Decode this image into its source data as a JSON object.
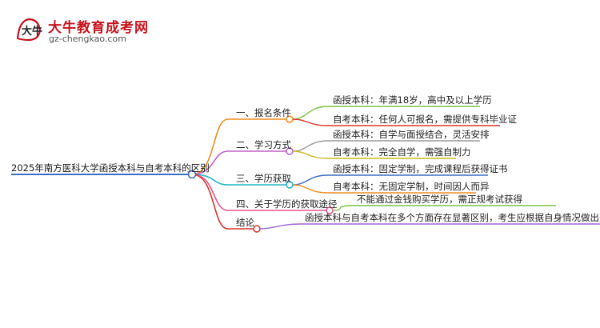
{
  "logo": {
    "mark_text": "大牛",
    "title": "大牛教育成考网",
    "url": "gz-chengkao.com"
  },
  "root": {
    "label": "2025年南方医科大学函授本科与自考本科的区别",
    "color": "#3a6fc4"
  },
  "branches": [
    {
      "label": "一、报名条件",
      "color": "#f08a1c",
      "children": [
        "函授本科：年满18岁，高中及以上学历",
        "自考本科：任何人可报名，需提供专科毕业证"
      ],
      "child_colors": [
        "#7cc242",
        "#d9362f"
      ]
    },
    {
      "label": "二、学习方式",
      "color": "#c25ec9",
      "children": [
        "函授本科：自学与面授结合，灵活安排",
        "自考本科：完全自学，需强自制力"
      ],
      "child_colors": [
        "#9c9c9c",
        "#c9b81e"
      ]
    },
    {
      "label": "三、学历获取",
      "color": "#1fb5c6",
      "children": [
        "函授本科：固定学制，完成课程后获得证书",
        "自考本科：无固定学制，时间因人而异"
      ],
      "child_colors": [
        "#3a6fc4",
        "#f08a1c"
      ]
    },
    {
      "label": "四、关于学历的获取途径",
      "color": "#e5538d",
      "children": [
        "不能通过金钱购买学历，需正规考试获得"
      ],
      "child_colors": [
        "#7cc242"
      ]
    },
    {
      "label": "结论",
      "color": "#d9362f",
      "children": [
        "函授本科与自考本科在多个方面存在显著区别，考生应根据自身情况做出选择。"
      ],
      "child_colors": [
        "#a066d6"
      ]
    }
  ]
}
